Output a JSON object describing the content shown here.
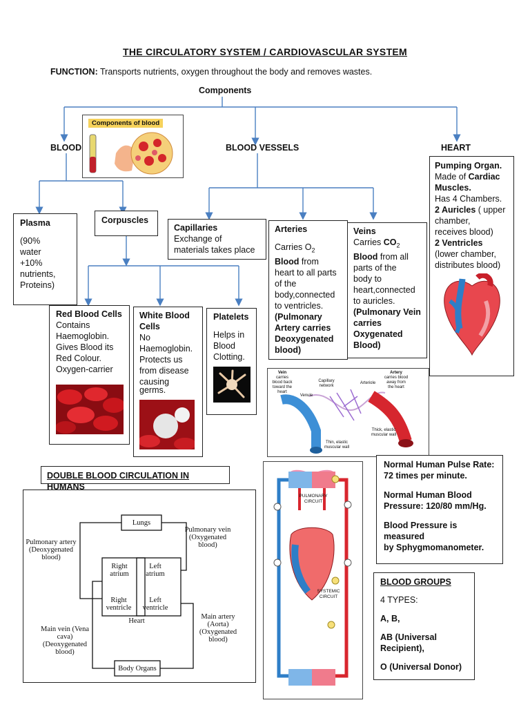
{
  "title": "THE  CIRCULATORY  SYSTEM  /  CARDIOVASCULAR  SYSTEM",
  "function": {
    "label": "FUNCTION:",
    "text": " Transports nutrients, oxygen throughout the body and removes wastes."
  },
  "components": "Components",
  "blood": "BLOOD",
  "blood_vessels": "BLOOD  VESSELS",
  "heart": "HEART",
  "components_img_title": "Components of blood",
  "plasma": {
    "title": "Plasma",
    "lines": [
      "(90%",
      "water",
      "+10%",
      "nutrients,",
      "Proteins)"
    ]
  },
  "corpuscles": "Corpuscles",
  "capillaries": {
    "title": "Capillaries",
    "lines": [
      "Exchange of",
      "materials takes place"
    ]
  },
  "arteries": {
    "title": "Arteries",
    "l1": "Carries O",
    "sub": "2",
    "l2b": "Blood",
    "l2": " from",
    "lines": [
      "heart to all parts",
      "of the",
      "body,connected",
      "to ventricles."
    ],
    "bold_lines": [
      "(Pulmonary",
      "Artery carries",
      "Deoxygenated",
      "blood)"
    ]
  },
  "veins": {
    "title": "Veins",
    "l1": "Carries ",
    "co": "CO",
    "sub": "2",
    "l2b": "Blood",
    "l2": " from all",
    "lines": [
      "parts of the",
      "body to",
      "heart,connected",
      "to auricles."
    ],
    "bold_lines": [
      "(Pulmonary Vein",
      "carries",
      "Oxygenated",
      "Blood)"
    ]
  },
  "heart_box": {
    "l1": "Pumping Organ.",
    "l2": "Made of ",
    "l2b": "Cardiac",
    "l3b": "Muscles.",
    "l4": "Has 4 Chambers.",
    "l5b": "2 Auricles",
    "l5": " ( upper",
    "l6": "chamber,",
    "l7": "receives blood)",
    "l8b": "2 Ventricles",
    "l9": "(lower chamber,",
    "l10": "distributes blood)"
  },
  "rbc": {
    "title": "Red Blood Cells",
    "lines": [
      "Contains",
      "Haemoglobin.",
      "Gives Blood its",
      "Red Colour.",
      "Oxygen-carrier"
    ]
  },
  "wbc": {
    "title": "White Blood",
    "title2": "Cells",
    "lines": [
      "No",
      "Haemoglobin.",
      "Protects us",
      "from disease",
      "causing",
      "germs."
    ]
  },
  "platelets": {
    "title": "Platelets",
    "lines": [
      "Helps in",
      "Blood",
      "Clotting."
    ]
  },
  "vessel_fig": {
    "vein": "Vein",
    "vein_sub": "carries blood back toward the heart",
    "capillary": "Capillary network",
    "venule": "Venule",
    "arteriole": "Arteriole",
    "artery": "Artery",
    "artery_sub": "carries blood away from the heart",
    "thin": "Thin, elastic muscular wall",
    "thick": "Thick, elastic muscular wall"
  },
  "double_circ_title": "DOUBLE BLOOD CIRCULATION IN HUMANS",
  "circ": {
    "lungs": "Lungs",
    "pa": "Pulmonary artery (Deoxygenated blood)",
    "pv": "Pulmonary vein (Oxygenated blood)",
    "ra": "Right atrium",
    "la": "Left atrium",
    "rv": "Right ventricle",
    "lv": "Left ventricle",
    "heart": "Heart",
    "mv": "Main vein (Vena cava) (Deoxygenated blood)",
    "ma": "Main artery (Aorta) (Oxygenated blood)",
    "organs": "Body Organs"
  },
  "circ_fig": {
    "pulmonary": "PULMONARY CIRCUIT",
    "systemic": "SYSTEMIC CIRCUIT"
  },
  "pulse": {
    "l1": "Normal Human Pulse Rate:",
    "l2": "72 times per minute.",
    "l3": "Normal Human Blood",
    "l4": "Pressure: 120/80 mm/Hg.",
    "l5": "Blood Pressure is measured",
    "l6": "by Sphygmomanometer."
  },
  "groups": {
    "title": "BLOOD  GROUPS",
    "types": "4 TYPES:",
    "ab": "A, B,",
    "univ1": "AB (Universal",
    "univ2": "Recipient),",
    "o": "O (Universal Donor)"
  },
  "colors": {
    "arrow": "#4a7fc1",
    "red": "#d8262e",
    "blue": "#2e7ec7"
  }
}
